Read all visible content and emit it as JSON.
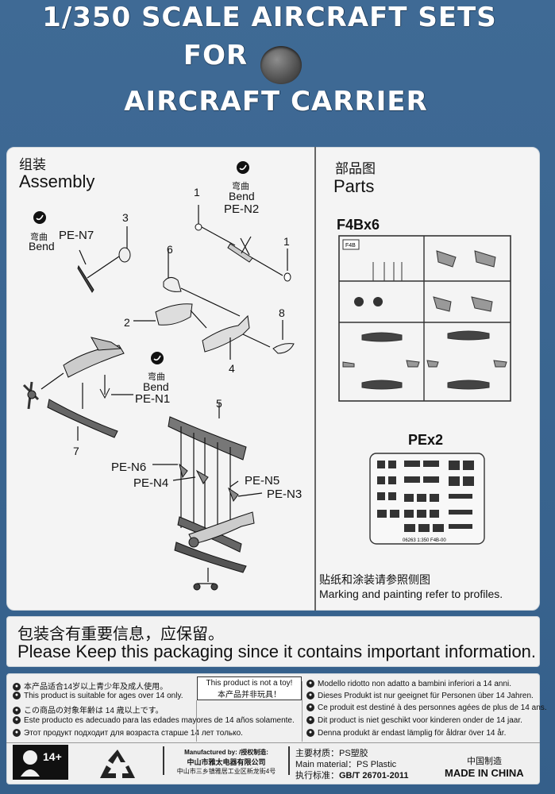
{
  "header": {
    "line1": "1/350 SCALE AIRCRAFT SETS",
    "line2": "FOR",
    "line3": "AIRCRAFT CARRIER"
  },
  "assembly": {
    "title_zh": "组装",
    "title_en": "Assembly",
    "bend_zh": "弯曲",
    "bend_en": "Bend",
    "parts": {
      "p1a": "1",
      "p1b": "1",
      "p3": "3",
      "p6": "6",
      "p2": "2",
      "p8": "8",
      "p4": "4",
      "p7": "7",
      "p5": "5"
    },
    "pe": {
      "n2": "PE-N2",
      "n7": "PE-N7",
      "n1": "PE-N1",
      "n6": "PE-N6",
      "n4": "PE-N4",
      "n5": "PE-N5",
      "n3": "PE-N3"
    }
  },
  "parts": {
    "title_zh": "部品图",
    "title_en": "Parts",
    "sprue1": "F4Bx6",
    "sprue2": "PEx2",
    "sprue1_tag": "F4B",
    "pe_code": "06263 1:350 F4B-00",
    "note_zh": "贴纸和涂装请参照侧图",
    "note_en": "Marking and painting refer to profiles."
  },
  "notice": {
    "zh": "包装含有重要信息，应保留。",
    "en": "Please Keep this packaging since it contains important information."
  },
  "warnings": {
    "left": [
      "本产品适合14岁以上青少年及成人使用。",
      "This product is suitable for ages over 14 only.",
      "この商品の対象年齢は 14 歳以上です。",
      "Este producto es adecuado para las edades mayores de 14 años solamente.",
      "Этот продукт подходит для возраста старше 14 лет только."
    ],
    "toy_en": "This product is not a toy!",
    "toy_zh": "本产品并非玩具！",
    "right": [
      "Modello ridotto non adatto a bambini inferiori a 14 anni.",
      "Dieses Produkt  ist nur geeignet für Personen über 14 Jahren.",
      "Ce produit est destiné à des personnes agées de plus de 14 ans.",
      "Dit product is niet geschikt voor kinderen onder de 14 jaar.",
      "Denna produkt är endast lämplig för åldrar över 14 år."
    ],
    "age_badge": "14+",
    "manufacturer_label": "Manufactured by: /授权制造:",
    "manufacturer_zh": "中山市雅太电器有限公司",
    "address_zh": "中山市三乡镇雅居工业区新龙街4号",
    "material_zh": "主要材质：",
    "material_zh_value": "PS塑胶",
    "material_en": "Main material：",
    "material_en_value": "PS Plastic",
    "standard_zh": "执行标准：",
    "standard_value": "GB/T 26701-2011",
    "origin_zh": "中国制造",
    "origin_en": "MADE IN CHINA"
  }
}
